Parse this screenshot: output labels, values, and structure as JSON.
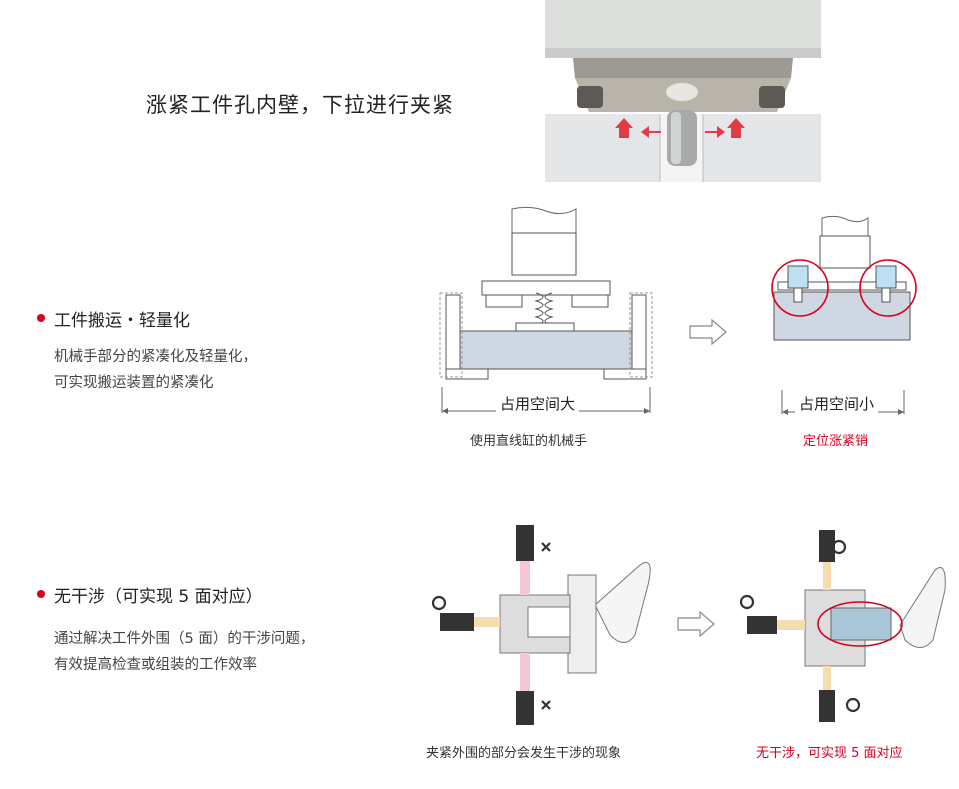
{
  "headline": "涨紧工件孔内壁，下拉进行夹紧",
  "section1": {
    "title": "工件搬运・轻量化",
    "desc_line1": "机械手部分的紧凑化及轻量化，",
    "desc_line2": "可实现搬运装置的紧凑化",
    "left_box_label": "占用空间大",
    "right_box_label": "占用空间小",
    "left_caption": "使用直线缸的机械手",
    "right_caption": "定位涨紧销"
  },
  "section2": {
    "title": "无干涉（可实现 5 面对应）",
    "desc_line1": "通过解决工件外围（5 面）的干涉问题，",
    "desc_line2": "有效提高检查或组装的工作效率",
    "left_caption": "夹紧外围的部分会发生干涉的现象",
    "right_caption": "无干涉，可实现 5 面对应"
  },
  "colors": {
    "accent_red": "#d7001e",
    "blue_gray_fill": "#cfd8e2",
    "arrow_red": "#e23b4a"
  },
  "icons": [
    "arrow-right-outline-icon",
    "circle-ok-icon",
    "cross-ng-icon",
    "red-arrow-icon"
  ]
}
